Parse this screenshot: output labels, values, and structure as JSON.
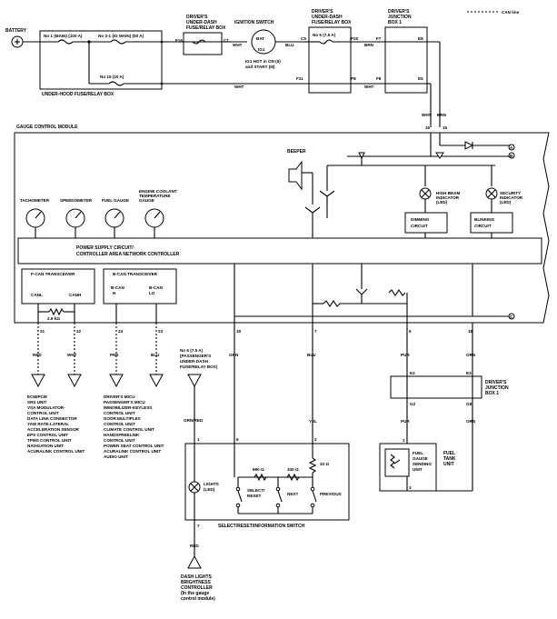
{
  "legend": {
    "can_line": "CAN line"
  },
  "battery": "BATTERY",
  "underhood_box": "UNDER-HOOD FUSE/RELAY BOX",
  "fuse_main": "No 1 (MAIN) (100 A)",
  "fuse_ig_main": "No 3-1 (IG MAIN) (50 A)",
  "fuse_15": "No 15 (10 A)",
  "driver_underdash_1": [
    "DRIVER'S",
    "UNDER-DASH",
    "FUSE/RELAY BOX"
  ],
  "ignition_switch": "IGNITION SWITCH",
  "ign_terms": {
    "bat": "BAT",
    "ig1": "IG1"
  },
  "ign_note": [
    "IG1 HOT in ON (II)",
    "and START (III)"
  ],
  "driver_underdash_2": [
    "DRIVER'S",
    "UNDER-DASH",
    "FUSE/RELAY BOX"
  ],
  "fuse_5": "No 5 (7.5 A)",
  "junction_box_1": [
    "DRIVER'S",
    "JUNCTION",
    "BOX 1"
  ],
  "pins_top": {
    "f16": "F16",
    "c1": "C1",
    "c5": "C5",
    "p20": "P20",
    "f7": "F7",
    "e8": "E8",
    "f11": "F11",
    "p8": "P8",
    "f8": "F8",
    "e5": "E5"
  },
  "wires_top": {
    "wht1": "WHT",
    "blu": "BLU",
    "brn1": "BRN",
    "wht2": "WHT",
    "wht3": "WHT",
    "wht4": "WHT",
    "brn2": "BRN"
  },
  "gauge_pins": {
    "p16": "16",
    "p15": "15"
  },
  "gauge_module": "GAUGE CONTROL MODULE",
  "beeper": "BEEPER",
  "tachometer": "TACHOMETER",
  "speedometer": "SPEEDOMETER",
  "fuel_gauge": "FUEL GAUGE",
  "coolant_gauge": [
    "ENGINE COOLANT",
    "TEMPERATURE",
    "GAUGE"
  ],
  "high_beam": [
    "HIGH BEAM",
    "INDICATOR",
    "(LED)"
  ],
  "security": [
    "SECURITY",
    "INDICATOR",
    "(LED)"
  ],
  "dimming": [
    "DIMMING",
    "CIRCUIT"
  ],
  "blinking": [
    "BLINKING",
    "CIRCUIT"
  ],
  "power_supply": [
    "POWER SUPPLY CIRCUIT/",
    "CONTROLLER AREA NETWORK CONTROLLER"
  ],
  "fcan": "F-CAN TRANSCEIVER",
  "bcan": "B-CAN TRANSCEIVER",
  "canl": "CANL",
  "canh": "CANH",
  "bcan_h": [
    "B-CAN",
    "H"
  ],
  "bcan_lo": [
    "B-CAN",
    "LO"
  ],
  "resistor_26": "2.6 kΩ",
  "ref_a": "A",
  "ref_b": "B",
  "ref_c": "C",
  "mod_pins": {
    "p21": "21",
    "p22": "22",
    "p24": "24",
    "p23": "23",
    "p19": "19",
    "p7": "7",
    "p6": "6",
    "p18": "18"
  },
  "wire_colors": {
    "red1": "RED",
    "wht": "WHT",
    "pnk": "PNK",
    "blu": "BLU",
    "grn": "GRN",
    "blu2": "BLU",
    "pur": "PUR",
    "orn": "ORN",
    "pur2": "PUR",
    "orn2": "ORN",
    "yel": "YEL",
    "grnred": "GRN/RED",
    "red2": "RED"
  },
  "list_fcan": [
    "ECM/PCM",
    "SRS UNIT",
    "VSA MODULATOR-",
    "CONTROL UNIT",
    "DATA LINK CONNECTOR",
    "YAW RATE-LATERAL",
    "ACCELERATION SENSOR",
    "EPS CONTROL UNIT",
    "TPMS CONTROL UNIT",
    "NAVIGATION UNIT",
    "ACURALINK CONTROL UNIT"
  ],
  "list_bcan": [
    "DRIVER'S MICU",
    "PASSENGER'S MICU",
    "IMMOBILIZER-KEYLESS",
    "CONTROL UNIT",
    "DOOR MULTIPLEX",
    "CONTROL UNIT",
    "CLIMATE CONTROL UNIT",
    "HANDSFREELINK",
    "CONTROL UNIT",
    "POWER SEAT CONTROL UNIT",
    "ACURALINK CONTROL UNIT",
    "AUDIO UNIT"
  ],
  "fuse_6": [
    "No 6 (7.5 A)",
    "(PASSENGER'S",
    "UNDER-DASH",
    "FUSE/RELAY BOX)"
  ],
  "junction_box_lower": [
    "DRIVER'S",
    "JUNCTION",
    "BOX 1"
  ],
  "pins_lower": {
    "e2": "E2",
    "e3": "E3",
    "g2": "G2",
    "g8": "G8"
  },
  "fuel_sending": [
    "FUEL",
    "GAUGE",
    "SENDING",
    "UNIT"
  ],
  "fuel_tank": [
    "FUEL",
    "TANK",
    "UNIT"
  ],
  "fuel_pins": {
    "p1": "1",
    "p3": "3"
  },
  "switch_pins": {
    "p1": "1",
    "p6": "6",
    "p2": "2",
    "p7": "7"
  },
  "res_680": "680 Ω",
  "res_330": "330 Ω",
  "res_33": "33 Ω",
  "lights_led": [
    "LIGHTS",
    "(LED)"
  ],
  "select_reset": [
    "SELECT/",
    "RESET"
  ],
  "next": "NEXT",
  "previous": "PREVIOUS",
  "switch_title": "SELECT/RESET/INFORMATION SWITCH",
  "dash_lights": [
    "DASH LIGHTS",
    "BRIGHTNESS",
    "CONTROLLER",
    "(In the gauge",
    "control module)"
  ]
}
